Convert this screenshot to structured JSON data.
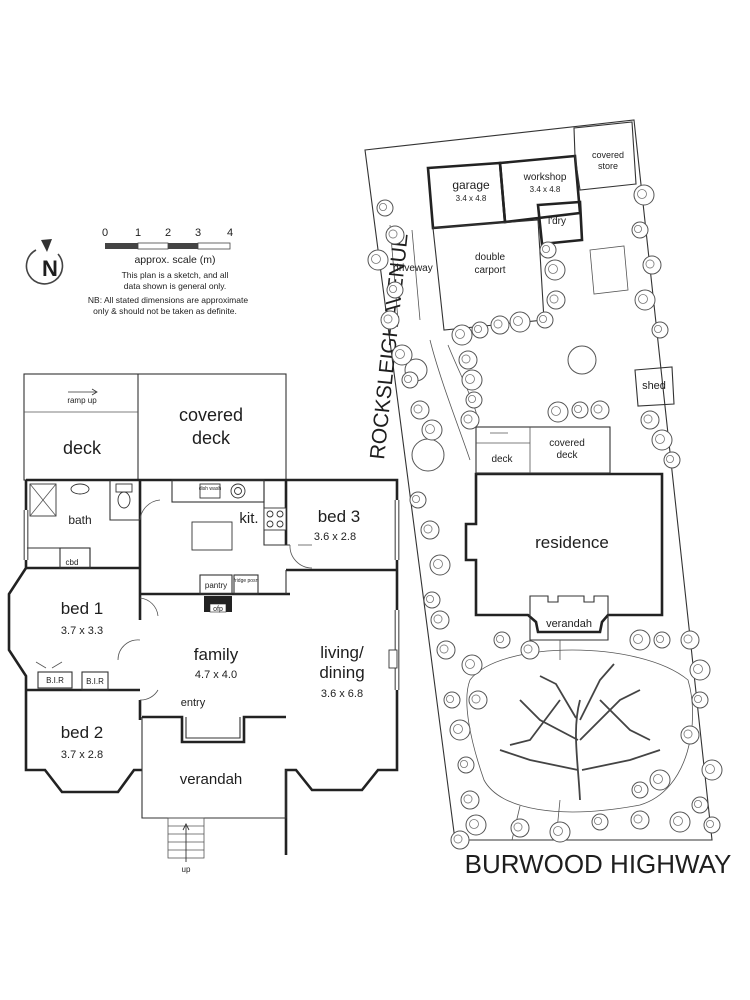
{
  "compass": {
    "letter": "N"
  },
  "scale": {
    "ticks": [
      "0",
      "1",
      "2",
      "3",
      "4"
    ],
    "caption": "approx. scale (m)",
    "note_lines": [
      "This plan is a sketch, and all",
      "data shown is general only."
    ],
    "nb_lines": [
      "NB: All stated dimensions are approximate",
      "only & should not be taken as definite."
    ]
  },
  "floorplan": {
    "ramp": "ramp up",
    "deck": "deck",
    "covered_deck": [
      "covered",
      "deck"
    ],
    "bath": "bath",
    "cbd": "cbd",
    "kitchen": "kit.",
    "dish_wash": "dish wash",
    "pantry": "pantry",
    "fridge": "fridge posn",
    "ofp": "ofp",
    "bed3": {
      "name": "bed 3",
      "dims": "3.6 x 2.8"
    },
    "bed1": {
      "name": "bed 1",
      "dims": "3.7 x 3.3"
    },
    "bed2": {
      "name": "bed 2",
      "dims": "3.7 x 2.8"
    },
    "family": {
      "name": "family",
      "dims": "4.7 x 4.0"
    },
    "living": {
      "name_lines": [
        "living/",
        "dining"
      ],
      "dims": "3.6 x 6.8"
    },
    "bir": "B.I.R",
    "entry": "entry",
    "verandah": "verandah",
    "up": "up"
  },
  "siteplan": {
    "street_side": "ROCKSLEIGH AVENUE",
    "street_front": "BURWOOD HIGHWAY",
    "garage": {
      "name": "garage",
      "dims": "3.4 x 4.8"
    },
    "workshop": {
      "name": "workshop",
      "dims": "3.4 x 4.8"
    },
    "covered_store": [
      "covered",
      "store"
    ],
    "laundry": "l'dry",
    "driveway": "driveway",
    "carport": [
      "double",
      "carport"
    ],
    "shed": "shed",
    "deck": "deck",
    "covered_deck": [
      "covered",
      "deck"
    ],
    "residence": "residence",
    "verandah": "verandah"
  }
}
